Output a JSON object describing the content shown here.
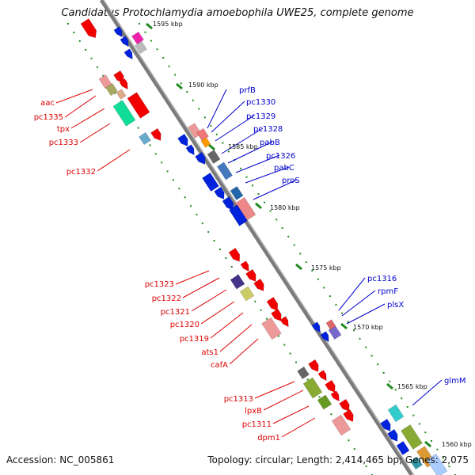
{
  "title": "Candidatus Protochlamydia amoebophila UWE25, complete genome",
  "accession": "Accession: NC_005861",
  "summary": "Topology: circular; Length: 2,414,465 bp; Genes: 2,075",
  "colors": {
    "backbone": "#8a8a8a",
    "tick": "#1f8a1f",
    "forward_label": "#0000cc",
    "reverse_label": "#dd0000"
  },
  "scale_labels": [
    "1595 kbp",
    "1590 kbp",
    "1585 kbp",
    "1580 kbp",
    "1575 kbp",
    "1570 kbp",
    "1565 kbp",
    "1560 kbp"
  ],
  "forward_genes": [
    "prfB",
    "pc1330",
    "pc1329",
    "pc1328",
    "pabB",
    "pc1326",
    "pabC",
    "proS",
    "pc1316",
    "rpmF",
    "plsX",
    "glmM"
  ],
  "reverse_genes": [
    "aac",
    "pc1335",
    "tpx",
    "pc1333",
    "pc1332",
    "pc1323",
    "pc1322",
    "pc1321",
    "pc1320",
    "pc1319",
    "ats1",
    "cafA",
    "pc1313",
    "lpxB",
    "pc1311",
    "dpm1"
  ]
}
